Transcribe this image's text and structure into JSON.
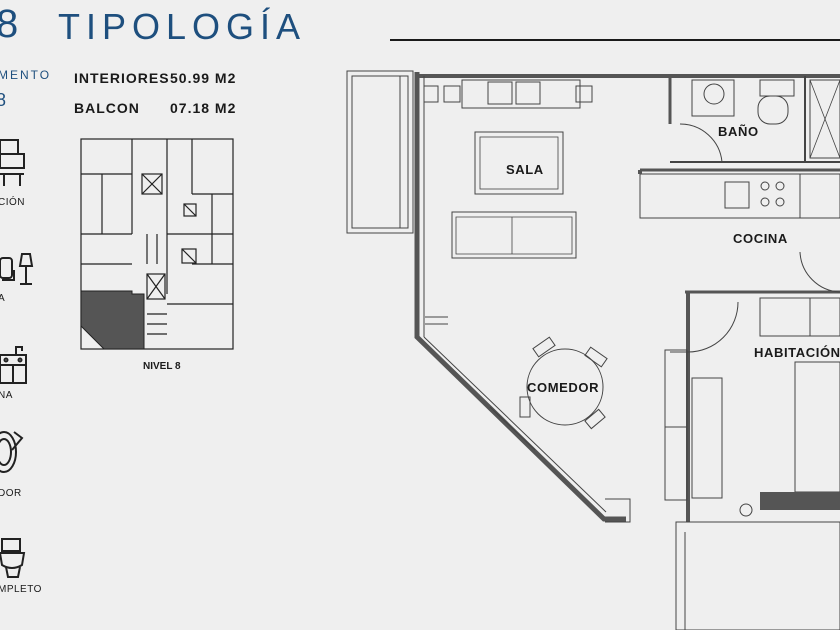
{
  "header": {
    "number": "8",
    "title": "TIPOLOGÍA",
    "dept_label": "MENTO",
    "dept_number": "8"
  },
  "areas": [
    {
      "label": "INTERIORES",
      "value": "50.99 M2"
    },
    {
      "label": "BALCON",
      "value": "07.18 M2"
    }
  ],
  "keyplan": {
    "caption": "NIVEL 8"
  },
  "icons": [
    {
      "caption": "CIÓN",
      "icon": "bed-icon"
    },
    {
      "caption": "A",
      "icon": "living-room-icon"
    },
    {
      "caption": "NA",
      "icon": "kitchen-icon"
    },
    {
      "caption": "DOR",
      "icon": "dining-icon"
    },
    {
      "caption": "MPLETO",
      "icon": "toilet-icon"
    }
  ],
  "rooms": {
    "sala": "SALA",
    "bano": "BAÑO",
    "cocina": "COCINA",
    "comedor": "COMEDOR",
    "habitacion": "HABITACIÓN"
  },
  "colors": {
    "accent": "#1e4f7e",
    "wall": "#555555",
    "highlight": "#555555"
  }
}
